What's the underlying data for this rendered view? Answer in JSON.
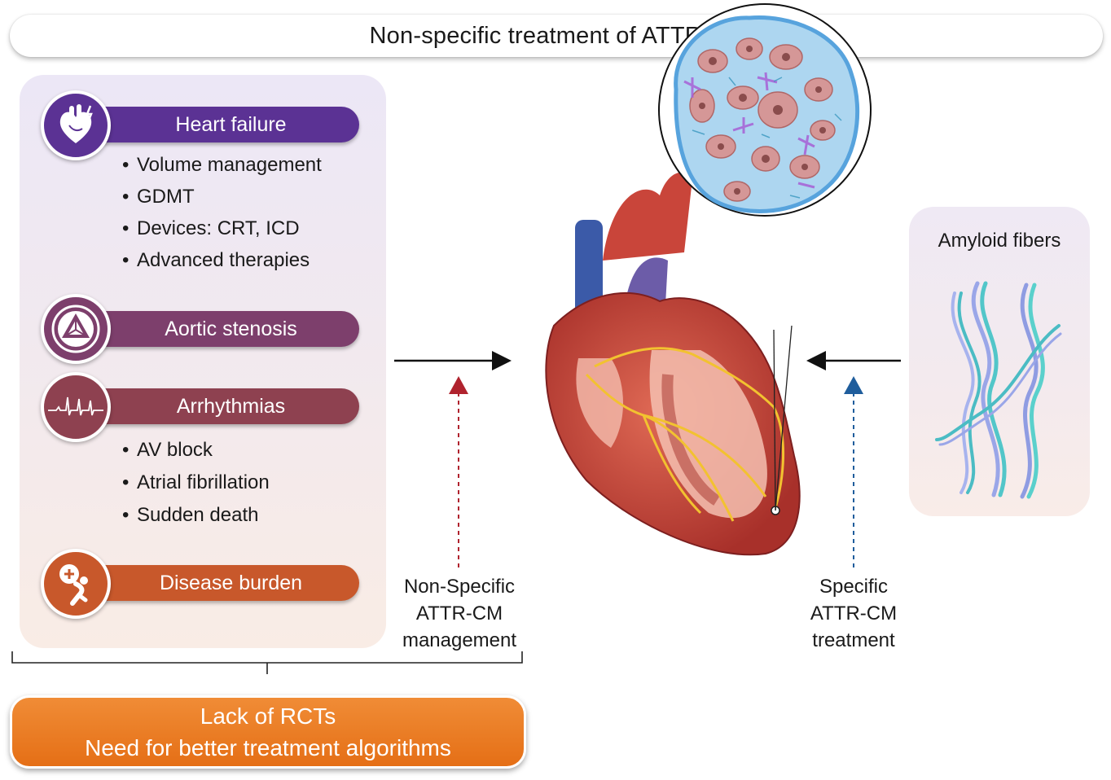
{
  "title": "Non-specific treatment of ATTR-CA",
  "sections": [
    {
      "label": "Heart failure",
      "color": "#5b3294",
      "icon": "heart-icon",
      "bullets": [
        "Volume management",
        "GDMT",
        "Devices: CRT, ICD",
        "Advanced therapies"
      ]
    },
    {
      "label": "Aortic stenosis",
      "color": "#7d3f6c",
      "icon": "aortic-valve-icon",
      "bullets": []
    },
    {
      "label": "Arrhythmias",
      "color": "#8e4150",
      "icon": "ecg-icon",
      "bullets": [
        "AV block",
        "Atrial fibrillation",
        "Sudden death"
      ]
    },
    {
      "label": "Disease burden",
      "color": "#c8582b",
      "icon": "person-burden-icon",
      "bullets": []
    }
  ],
  "non_specific_caption": [
    "Non-Specific",
    "ATTR-CM",
    "management"
  ],
  "specific_caption": [
    "Specific",
    "ATTR-CM",
    "treatment"
  ],
  "amyloid_label": "Amyloid fibers",
  "bottom_box": {
    "line1": "Lack of RCTs",
    "line2": "Need for better treatment algorithms"
  },
  "colors": {
    "non_specific_arrow": "#b0232e",
    "specific_arrow": "#1f5d9c",
    "bottom_box": "#e8751e"
  }
}
